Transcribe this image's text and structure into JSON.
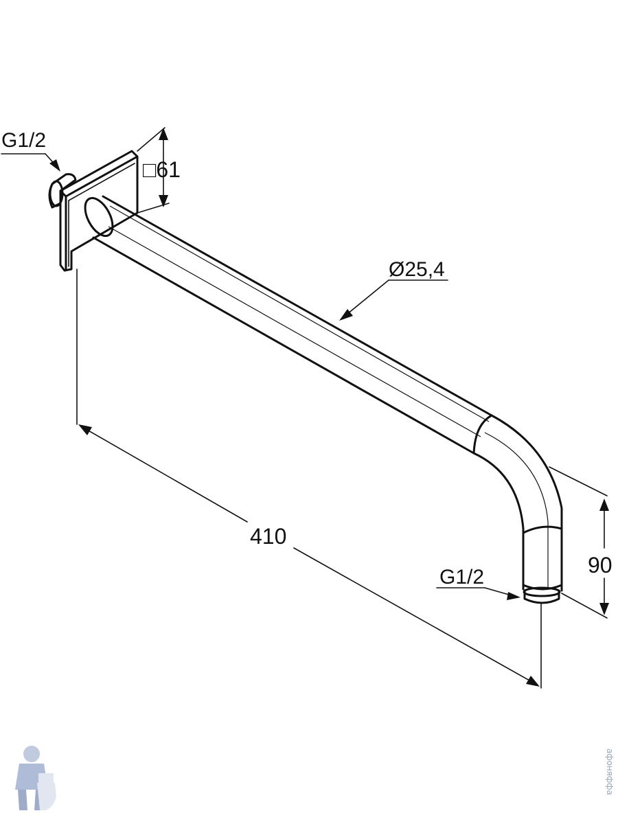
{
  "labels": {
    "thread_top": "G1/2",
    "plate_size": "□61",
    "tube_diameter": "Ø25,4",
    "length": "410",
    "thread_bottom": "G1/2",
    "height": "90"
  },
  "watermark": {
    "vertical_text": "афоняффа",
    "logo_icon": "plumber-mascot-icon"
  },
  "colors": {
    "line": "#111111",
    "watermark": "#9aa4b8"
  }
}
